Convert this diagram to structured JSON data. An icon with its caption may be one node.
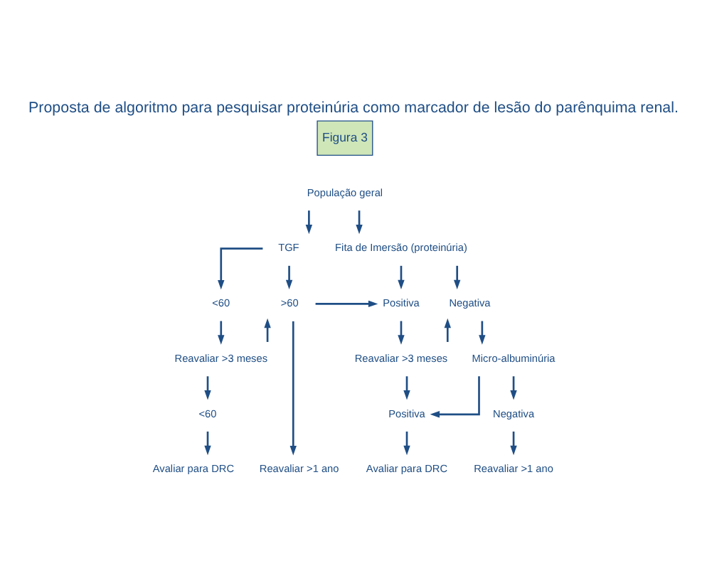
{
  "diagram": {
    "title": "Proposta de algoritmo para pesquisar proteinúria como marcador de lesão do parênquima renal.",
    "nodes": [
      {
        "text": [
          "População geral"
        ]
      },
      {
        "text": [
          "TGF"
        ]
      },
      {
        "text": [
          "Fita de Imersão (proteinúria)"
        ]
      },
      {
        "text": [
          "<60"
        ]
      },
      {
        "text": [
          ">60"
        ]
      },
      {
        "text": [
          "Reavaliar >3 meses"
        ]
      },
      {
        "text": [
          "<60"
        ]
      },
      {
        "text": [
          "Avaliar para DRC"
        ]
      },
      {
        "text": [
          "Reavaliar >1 ano"
        ]
      },
      {
        "text": [
          "Positiva"
        ]
      },
      {
        "text": [
          "Negativa"
        ]
      },
      {
        "text": [
          "Reavaliar >3 meses"
        ]
      },
      {
        "text": [
          "Micro-albuminúria"
        ]
      },
      {
        "text": [
          "Positiva"
        ]
      },
      {
        "text": [
          "Negativa"
        ]
      },
      {
        "text": [
          "Avaliar para DRC"
        ]
      },
      {
        "text": [
          "Reavaliar >1 ano"
        ]
      }
    ],
    "edges": [
      {
        "from": 0,
        "to": 1,
        "arrow": "to"
      },
      {
        "from": 0,
        "to": 2,
        "arrow": "to"
      },
      {
        "from": 1,
        "to": 3,
        "arrow": "to"
      },
      {
        "from": 1,
        "to": 4,
        "arrow": "to"
      },
      {
        "from": 3,
        "to": 5,
        "arrow": "to"
      },
      {
        "from": 5,
        "to": 6,
        "arrow": "to"
      },
      {
        "from": 5,
        "to": 4,
        "arrow": "to"
      },
      {
        "from": 6,
        "to": 7,
        "arrow": "to"
      },
      {
        "from": 4,
        "to": 8,
        "arrow": "to"
      },
      {
        "from": 4,
        "to": 9,
        "arrow": "to"
      },
      {
        "from": 2,
        "to": 9,
        "arrow": "to"
      },
      {
        "from": 2,
        "to": 10,
        "arrow": "to"
      },
      {
        "from": 9,
        "to": 11,
        "arrow": "to"
      },
      {
        "from": 11,
        "to": 13,
        "arrow": "to"
      },
      {
        "from": 11,
        "to": 10,
        "arrow": "to"
      },
      {
        "from": 10,
        "to": 12,
        "arrow": "to"
      },
      {
        "from": 12,
        "to": 14,
        "arrow": "to"
      },
      {
        "from": 12,
        "to": 13,
        "arrow": "to"
      },
      {
        "from": 13,
        "to": 15,
        "arrow": "to"
      },
      {
        "from": 14,
        "to": 16,
        "arrow": "to"
      }
    ],
    "labels": [
      "Figura 3"
    ]
  }
}
